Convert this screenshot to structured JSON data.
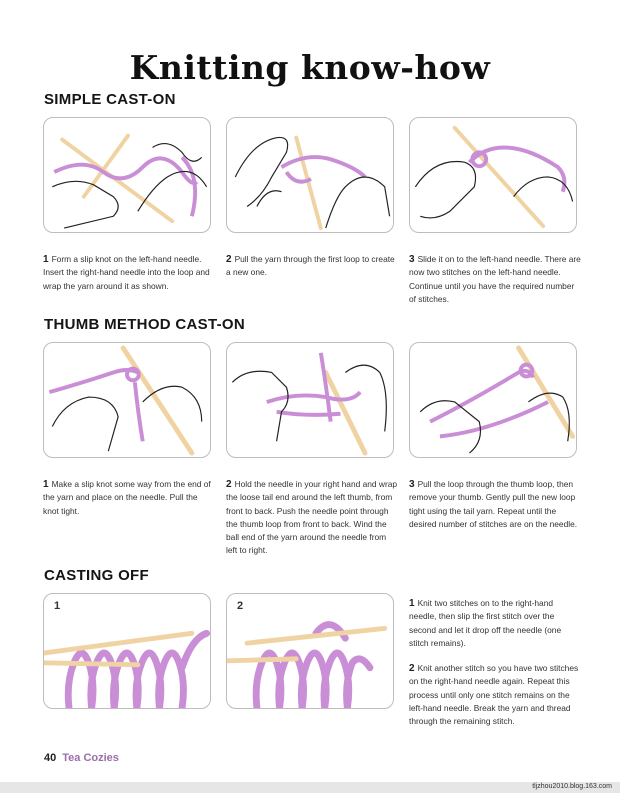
{
  "page": {
    "title": "Knitting know-how",
    "footer_page": "40",
    "footer_book": "Tea Cozies",
    "watermark": "tljzhou2010.blog.163.com"
  },
  "colors": {
    "yarn": "#c98ed6",
    "needle": "#f0d3a3",
    "ink": "#222222",
    "book_accent": "#9a6fa8"
  },
  "sections": [
    {
      "heading": "SIMPLE CAST-ON",
      "steps": [
        {
          "num": "1",
          "text": "Form a slip knot on the left-hand needle. Insert the right-hand needle into the loop and wrap the yarn around it as shown."
        },
        {
          "num": "2",
          "text": "Pull the yarn through the first loop to create a new one."
        },
        {
          "num": "3",
          "text": "Slide it on to the left-hand needle. There are now two stitches on the left-hand needle. Continue until you have the required number of stitches."
        }
      ]
    },
    {
      "heading": "THUMB METHOD CAST-ON",
      "steps": [
        {
          "num": "1",
          "text": "Make a slip knot some way from the end of the yarn and place on the needle. Pull the knot tight."
        },
        {
          "num": "2",
          "text": "Hold the needle in your right hand and wrap the loose tail end around the left thumb, from front to back. Push the needle point through the thumb loop from front to back. Wind the ball end of the yarn around the needle from left to right."
        },
        {
          "num": "3",
          "text": "Pull the loop through the thumb loop, then remove your thumb. Gently pull the new loop tight using the tail yarn. Repeat until the desired number of stitches are on the needle."
        }
      ]
    },
    {
      "heading": "CASTING OFF",
      "panel_labels": [
        "1",
        "2"
      ],
      "steps": [
        {
          "num": "1",
          "text": "Knit two stitches on to the right-hand needle, then slip the first stitch over the second and let it drop off the needle (one stitch remains)."
        },
        {
          "num": "2",
          "text": "Knit another stitch so you have two stitches on the right-hand needle again. Repeat this process until only one stitch remains on the left-hand needle. Break the yarn and thread through the remaining stitch."
        }
      ]
    }
  ]
}
